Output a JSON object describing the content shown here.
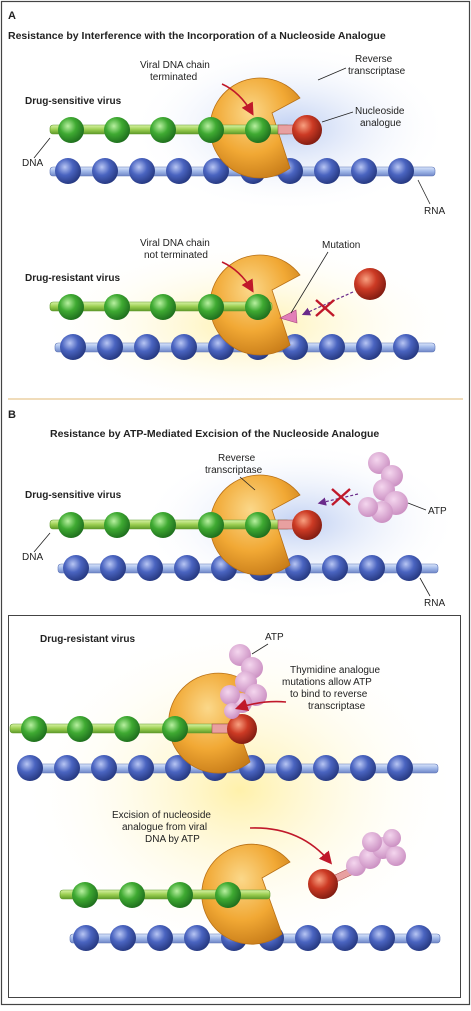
{
  "panel_a": {
    "letter": "A",
    "title": "Resistance by Interference with the Incorporation of a Nucleoside Analogue",
    "sensitive": {
      "heading": "Drug-sensitive virus",
      "label_chain_l1": "Viral DNA chain",
      "label_chain_l2": "terminated",
      "label_rt_l1": "Reverse",
      "label_rt_l2": "transcriptase",
      "label_nuc_l1": "Nucleoside",
      "label_nuc_l2": "analogue",
      "label_dna": "DNA",
      "label_rna": "RNA"
    },
    "resistant": {
      "heading": "Drug-resistant virus",
      "label_chain_l1": "Viral DNA chain",
      "label_chain_l2": "not terminated",
      "label_mutation": "Mutation"
    }
  },
  "panel_b": {
    "letter": "B",
    "title": "Resistance by ATP-Mediated Excision of the Nucleoside Analogue",
    "sensitive": {
      "heading": "Drug-sensitive virus",
      "label_rt_l1": "Reverse",
      "label_rt_l2": "transcriptase",
      "label_atp": "ATP",
      "label_dna": "DNA",
      "label_rna": "RNA"
    },
    "resistant": {
      "heading": "Drug-resistant virus",
      "label_atp": "ATP",
      "label_tam_l1": "Thymidine analogue",
      "label_tam_l2": "mutations allow ATP",
      "label_tam_l3": "to bind to reverse",
      "label_tam_l4": "transcriptase",
      "label_exc_l1": "Excision of nucleoside",
      "label_exc_l2": "analogue from viral",
      "label_exc_l3": "DNA by ATP"
    }
  },
  "colors": {
    "dna_bead": "#2e9a2c",
    "rna_bead": "#3f58b0",
    "enzyme": "#f0a830",
    "nucleoside": "#c83424",
    "atp": "#d89ccd",
    "mutation": "#e27fb8",
    "arrow": "#c0182a"
  }
}
